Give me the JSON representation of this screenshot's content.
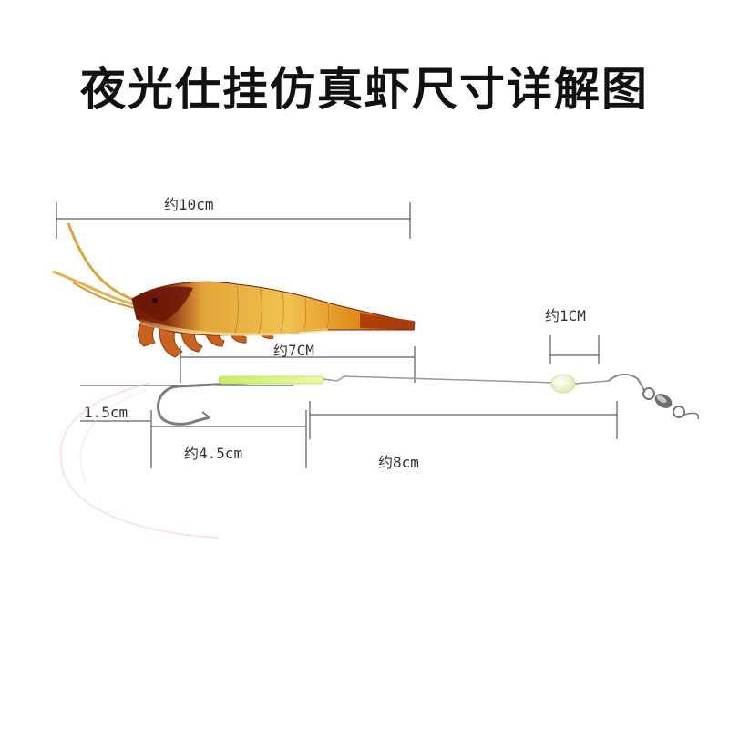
{
  "title": "夜光仕挂仿真虾尺寸详解图",
  "dimensions": {
    "body_length": "约10cm",
    "head_length": "约1CM",
    "rig_length": "约7CM",
    "hook_gap": "1.5cm",
    "hook_length": "约4.5cm",
    "leader_length": "约8cm"
  },
  "colors": {
    "background": "#ffffff",
    "dim_line": "#3a3a3a",
    "shrimp_dark": "#7a1f0a",
    "shrimp_orange": "#e07a12",
    "shrimp_yellow": "#f3c24a",
    "glow_green": "#d7f57a",
    "bead": "#eef7cf",
    "metal": "#9a9a9a"
  }
}
